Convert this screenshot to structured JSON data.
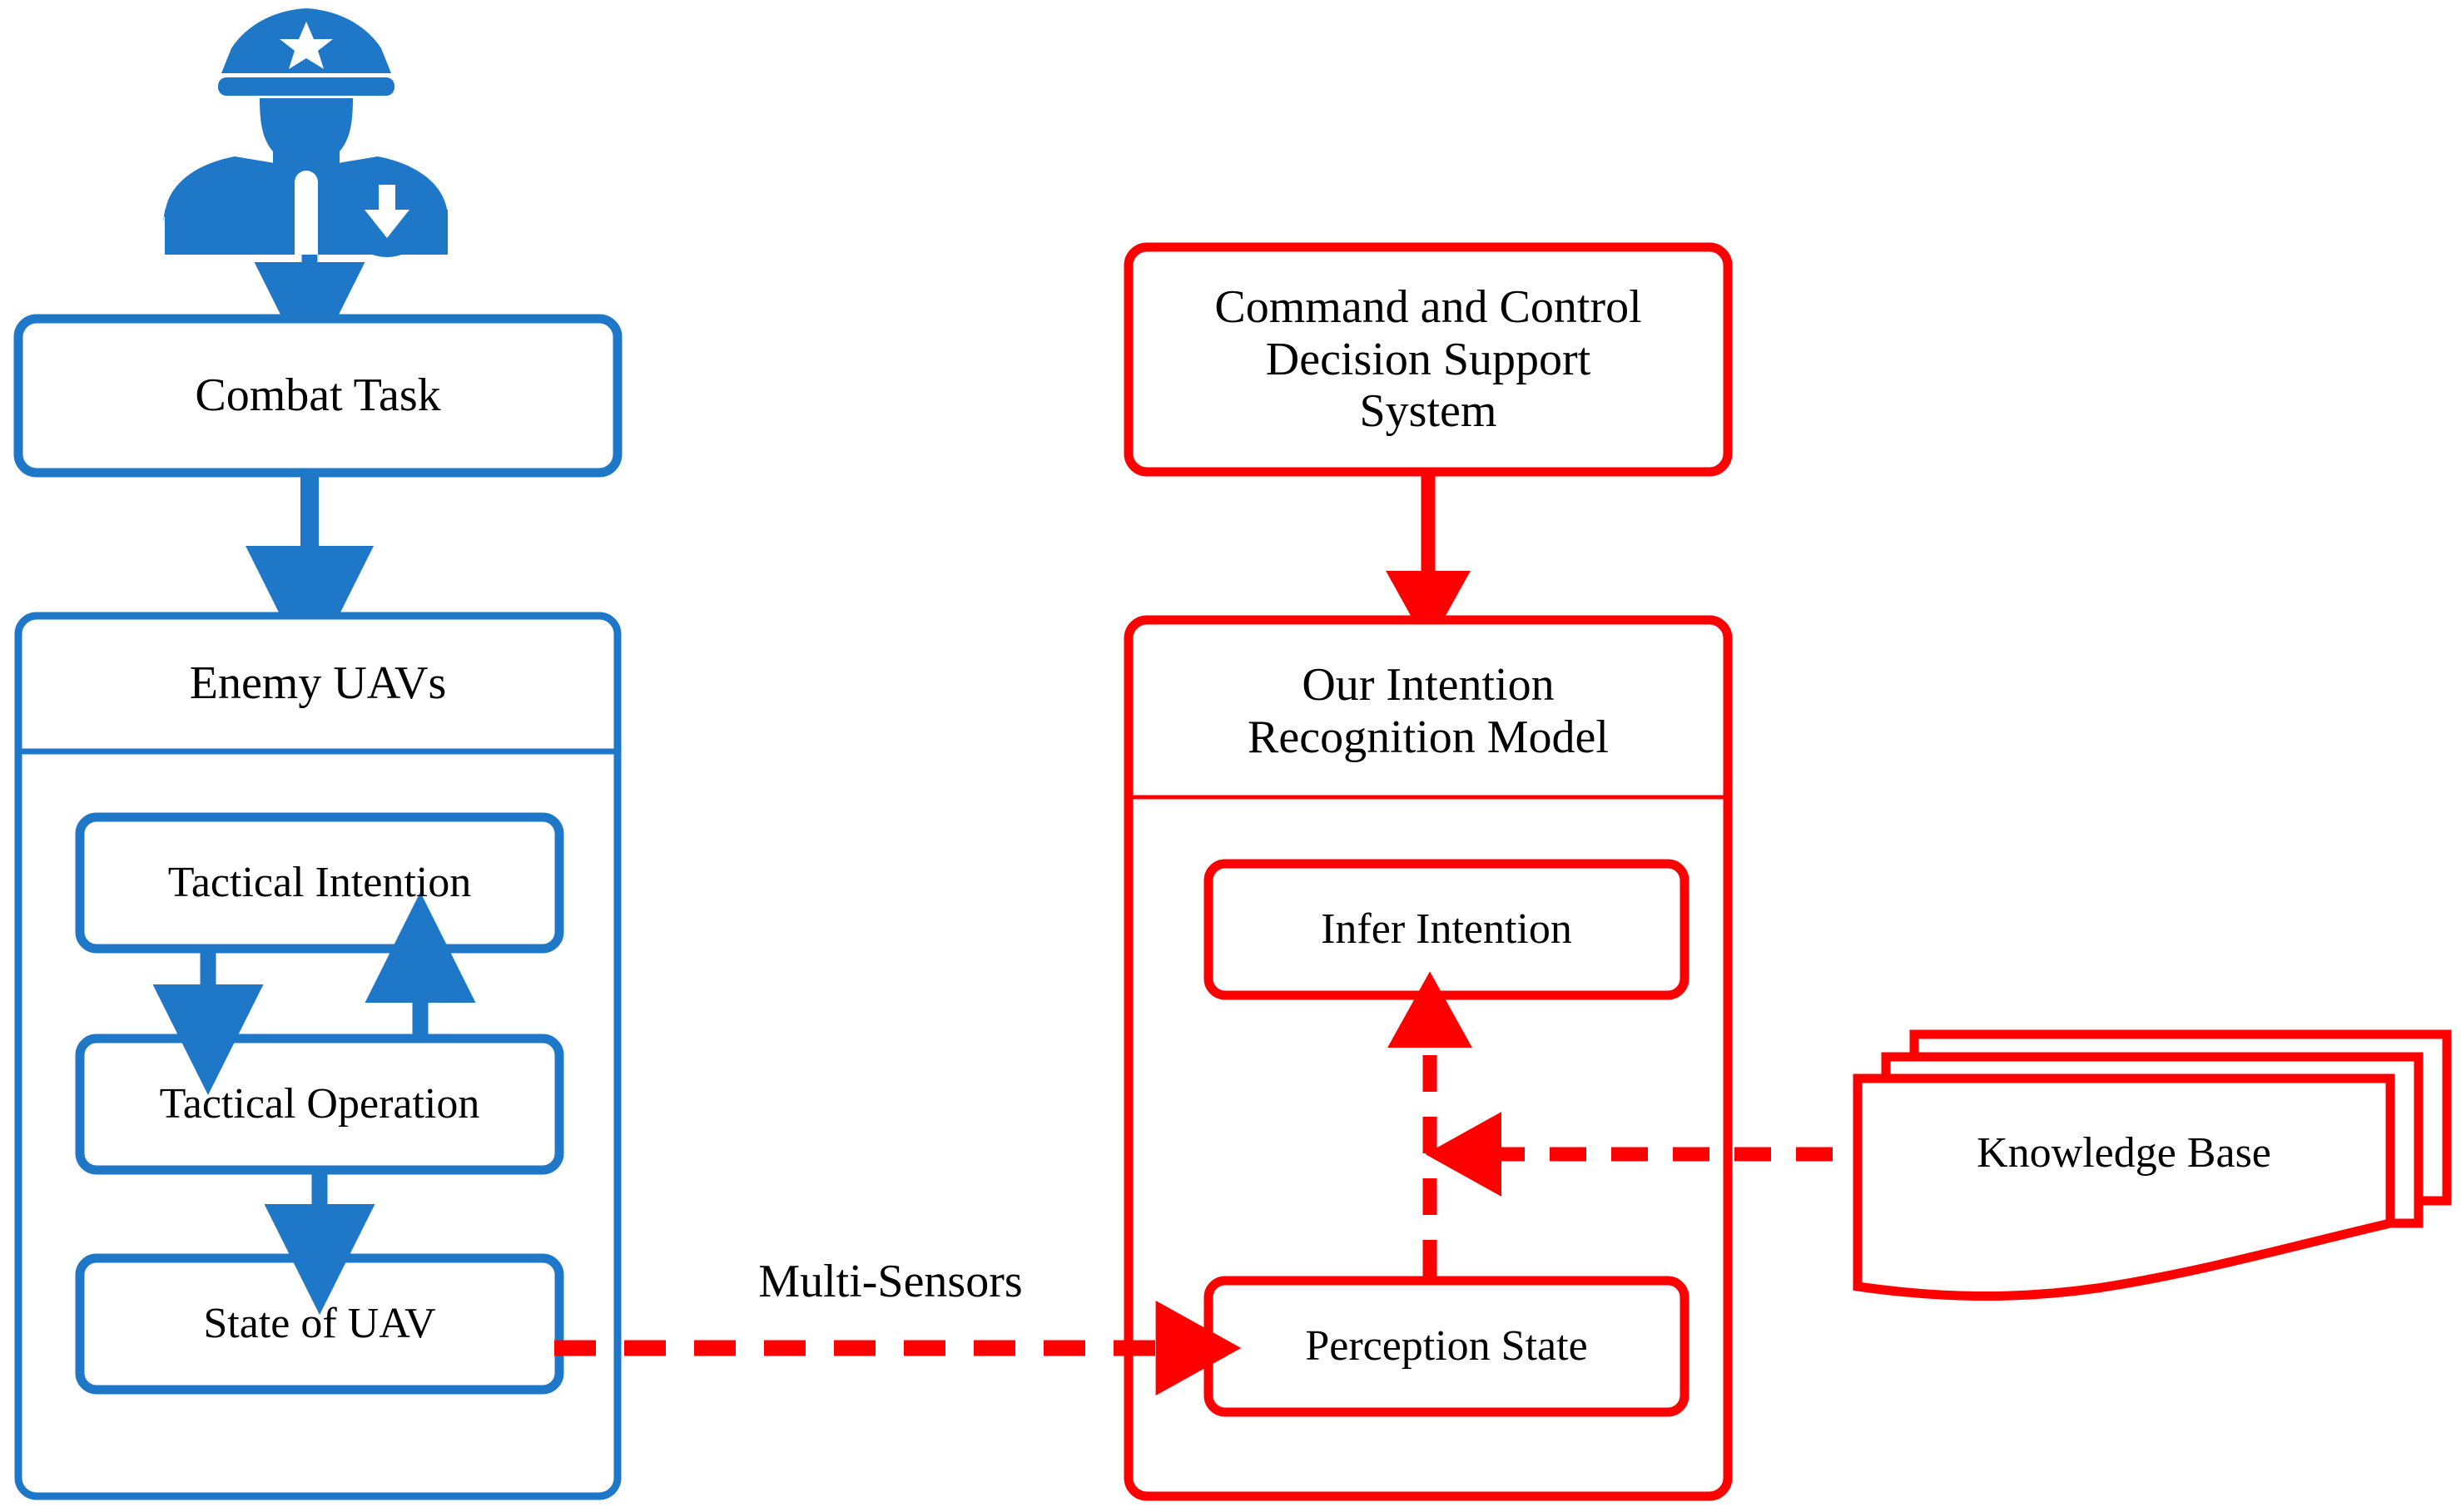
{
  "diagram": {
    "title": "UAV Tactical Intention Recognition Framework",
    "colors": {
      "blue": "#1F77C8",
      "red": "#FF0000",
      "text": "#000000",
      "background": "#FFFFFF"
    }
  },
  "icons": {
    "commander": "commander-officer-icon",
    "download_badge": "download-arrow-icon"
  },
  "left_panel": {
    "combat_task": "Combat Task",
    "enemy_uavs": "Enemy UAVs",
    "inner_nodes": [
      {
        "label": "Tactical Intention"
      },
      {
        "label": "Tactical Operation"
      },
      {
        "label": "State of UAV"
      }
    ]
  },
  "right_panel": {
    "c2_system": "Command and Control\nDecision Support\nSystem",
    "model_title": "Our Intention\nRecognition Model",
    "inner_nodes": [
      {
        "label": "Infer Intention"
      },
      {
        "label": "Perception State"
      }
    ]
  },
  "knowledge_base": {
    "label": "Knowledge Base",
    "stack_count": 3
  },
  "edges": {
    "multi_sensors": "Multi-Sensors"
  }
}
